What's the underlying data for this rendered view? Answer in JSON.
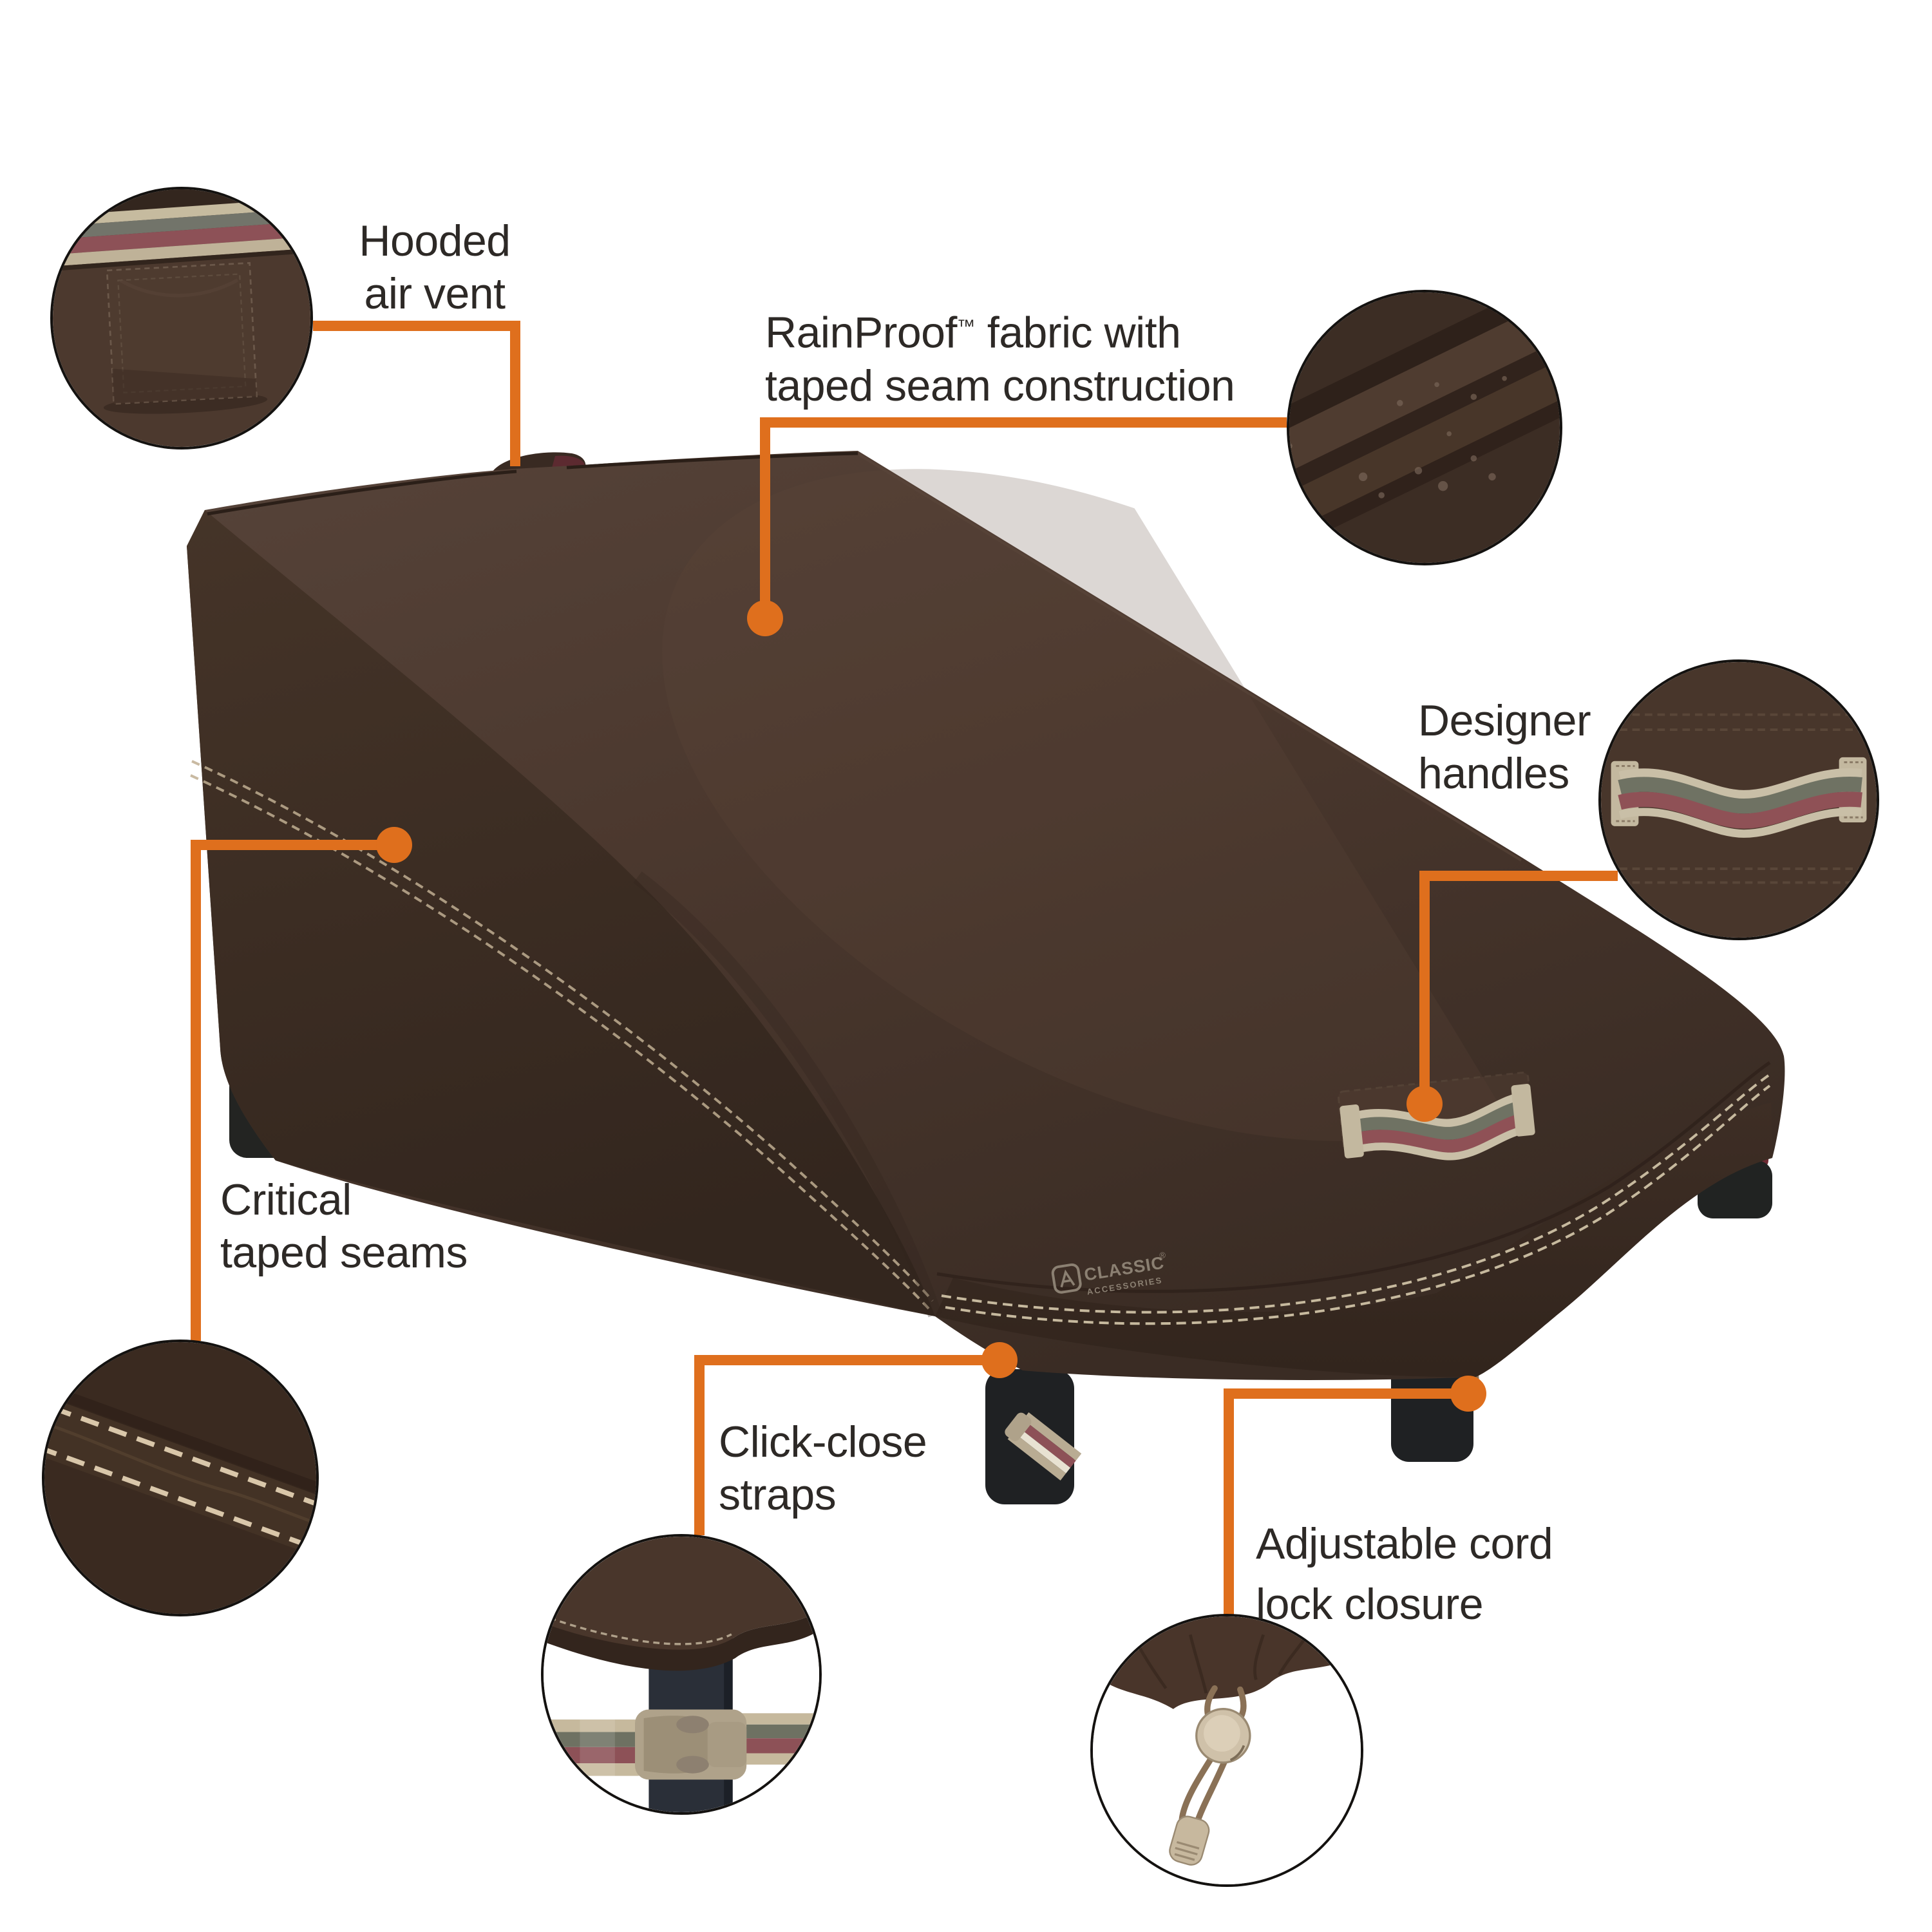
{
  "callouts": {
    "air_vent": {
      "line1": "Hooded",
      "line2": "air vent"
    },
    "fabric": {
      "brand": "RainProof",
      "tm": "™",
      "line1_rest": " fabric with",
      "line2": "taped seam construction"
    },
    "handles": {
      "line1": "Designer",
      "line2": "handles"
    },
    "seams": {
      "line1": "Critical",
      "line2": "taped seams"
    },
    "straps": {
      "line1": "Click-close",
      "line2": "straps"
    },
    "cord_lock": {
      "line1": "Adjustable cord",
      "line2": "lock closure"
    }
  },
  "logo": {
    "name": "CLASSIC",
    "sub": "ACCESSORIES",
    "registered": "®"
  },
  "colors": {
    "bg": "#ffffff",
    "accent": "#df6f1d",
    "text": "#2d2926",
    "cover_brown": "#4b382e",
    "cover_brown_light": "#554238",
    "cover_brown_dark": "#392b23",
    "side_brown": "#3f2f26",
    "skirt_brown": "#35271f",
    "stitch_cream": "#cfc0a4",
    "webbing_tan": "#c6b99d",
    "webbing_green": "#6e7162",
    "webbing_maroon": "#8d5157",
    "buckle_tan": "#afa28a",
    "leg_black": "#1f2123",
    "leg_navy": "#2a2f38",
    "cord_tan": "#8a7156",
    "toggle_cream": "#cfc1a9",
    "logo_tan": "#94897b"
  }
}
